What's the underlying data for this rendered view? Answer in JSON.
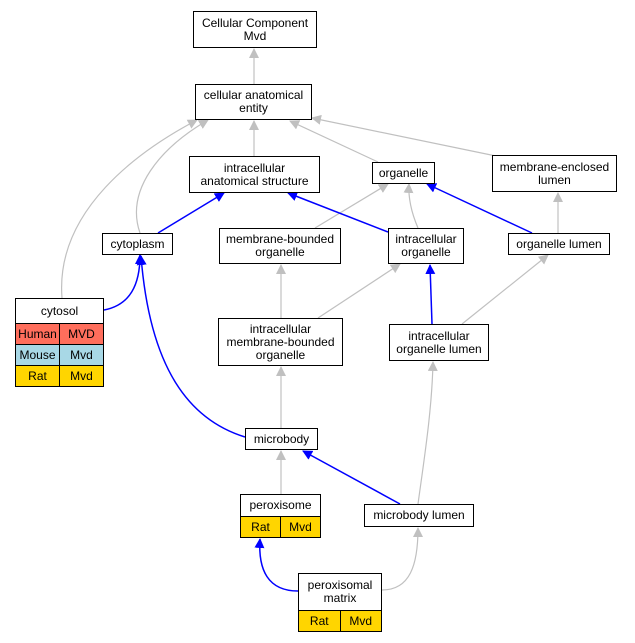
{
  "colors": {
    "human": "#ff6e5c",
    "mouse": "#a8d8e6",
    "rat": "#ffd500",
    "edge_blue": "#0000ff",
    "edge_gray": "#c0c0c0"
  },
  "nodes": {
    "cellular_component": {
      "label": "Cellular Component\nMvd"
    },
    "cellular_anatomical_entity": {
      "label": "cellular anatomical\nentity"
    },
    "intracellular_anatomical_structure": {
      "label": "intracellular\nanatomical structure"
    },
    "organelle": {
      "label": "organelle"
    },
    "membrane_enclosed_lumen": {
      "label": "membrane-enclosed\nlumen"
    },
    "cytoplasm": {
      "label": "cytoplasm"
    },
    "membrane_bounded_organelle": {
      "label": "membrane-bounded\norganelle"
    },
    "intracellular_organelle": {
      "label": "intracellular\norganelle"
    },
    "organelle_lumen": {
      "label": "organelle lumen"
    },
    "cytosol": {
      "label": "cytosol",
      "rows": [
        {
          "species": "Human",
          "value": "MVD"
        },
        {
          "species": "Mouse",
          "value": "Mvd"
        },
        {
          "species": "Rat",
          "value": "Mvd"
        }
      ]
    },
    "intracellular_membrane_bounded_organelle": {
      "label": "intracellular\nmembrane-bounded\norganelle"
    },
    "intracellular_organelle_lumen": {
      "label": "intracellular\norganelle lumen"
    },
    "microbody": {
      "label": "microbody"
    },
    "peroxisome": {
      "label": "peroxisome",
      "rows": [
        {
          "species": "Rat",
          "value": "Mvd"
        }
      ]
    },
    "microbody_lumen": {
      "label": "microbody lumen"
    },
    "peroxisomal_matrix": {
      "label": "peroxisomal\nmatrix",
      "rows": [
        {
          "species": "Rat",
          "value": "Mvd"
        }
      ]
    }
  }
}
